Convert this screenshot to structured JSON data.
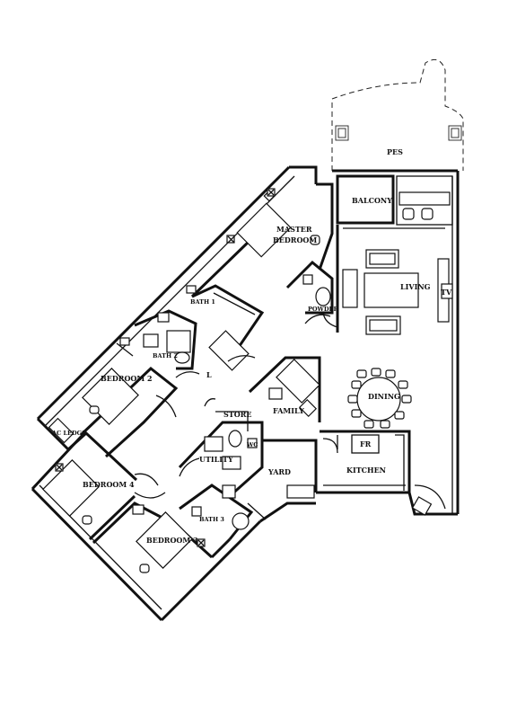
{
  "labels": {
    "pes": "PES",
    "balcony": "BALCONY",
    "master_bedroom_1": "MASTER",
    "master_bedroom_2": "BEDROOM",
    "living": "LIVING",
    "tv": "TV",
    "powder": "POWDER",
    "bath_1": "BATH 1",
    "bath_2": "BATH 2",
    "bath_3": "BATH 3",
    "linen": "L",
    "bedroom_2": "BEDROOM 2",
    "bedroom_3": "BEDROOM 3",
    "bedroom_4": "BEDROOM 4",
    "dining": "DINING",
    "family": "FAMILY",
    "store": "STORE",
    "wc": "WC",
    "utility": "UTILITY",
    "yard": "YARD",
    "kitchen": "KITCHEN",
    "fridge": "FR",
    "ac_ledge": "AC LEDGE"
  }
}
